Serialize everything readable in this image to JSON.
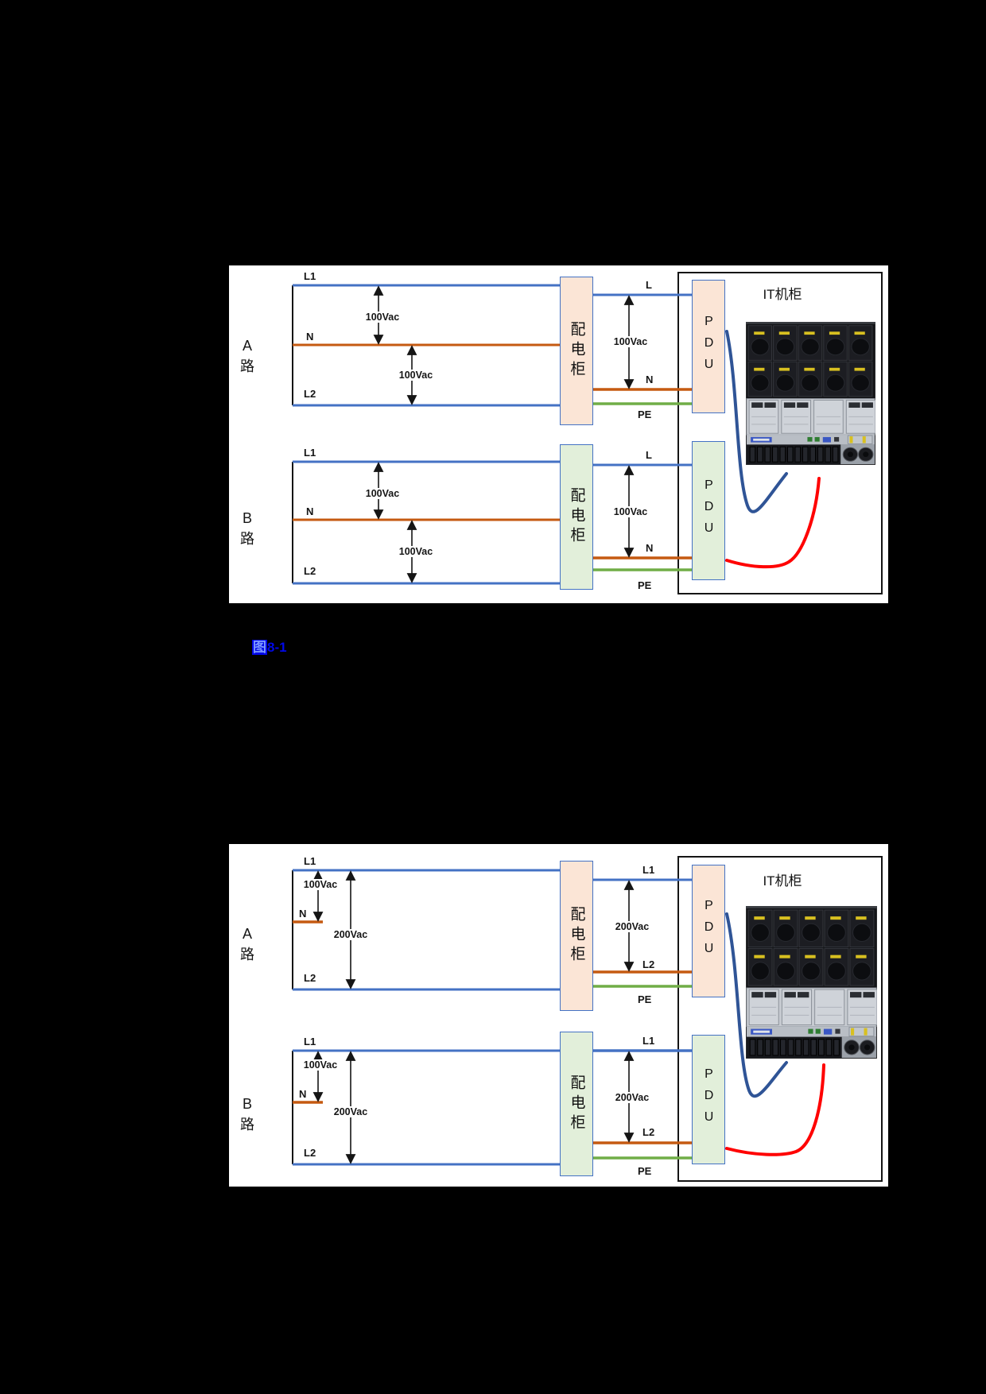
{
  "caption": {
    "figure_char": "图",
    "figure_num": "8-1"
  },
  "colors": {
    "wire_live": "#4472C4",
    "wire_neutral": "#C55A11",
    "wire_pe": "#70AD47",
    "cable_path_a": "#2F5496",
    "cable_path_b": "#FF0000",
    "box_path_a_fill": "#FBE5D6",
    "box_path_b_fill": "#E2EFDA",
    "box_border": "#4472C4",
    "caption_blue": "#0008E8"
  },
  "d1": {
    "it_label": "IT机柜",
    "a": {
      "route": "A路",
      "l1": "L1",
      "n": "N",
      "l2": "L2",
      "v1": "100Vac",
      "v2": "100Vac",
      "cabinet": "配电柜",
      "out_l": "L",
      "out_v": "100Vac",
      "out_n": "N",
      "out_pe": "PE",
      "pdu": "PDU"
    },
    "b": {
      "route": "B路",
      "l1": "L1",
      "n": "N",
      "l2": "L2",
      "v1": "100Vac",
      "v2": "100Vac",
      "cabinet": "配电柜",
      "out_l": "L",
      "out_v": "100Vac",
      "out_n": "N",
      "out_pe": "PE",
      "pdu": "PDU"
    }
  },
  "d2": {
    "it_label": "IT机柜",
    "a": {
      "route": "A路",
      "l1": "L1",
      "n": "N",
      "l2": "L2",
      "v_ln": "100Vac",
      "v_ll": "200Vac",
      "cabinet": "配电柜",
      "out_l1": "L1",
      "out_v": "200Vac",
      "out_l2": "L2",
      "out_pe": "PE",
      "pdu": "PDU"
    },
    "b": {
      "route": "B路",
      "l1": "L1",
      "n": "N",
      "l2": "L2",
      "v_ln": "100Vac",
      "v_ll": "200Vac",
      "cabinet": "配电柜",
      "out_l1": "L1",
      "out_v": "200Vac",
      "out_l2": "L2",
      "out_pe": "PE",
      "pdu": "PDU"
    }
  }
}
